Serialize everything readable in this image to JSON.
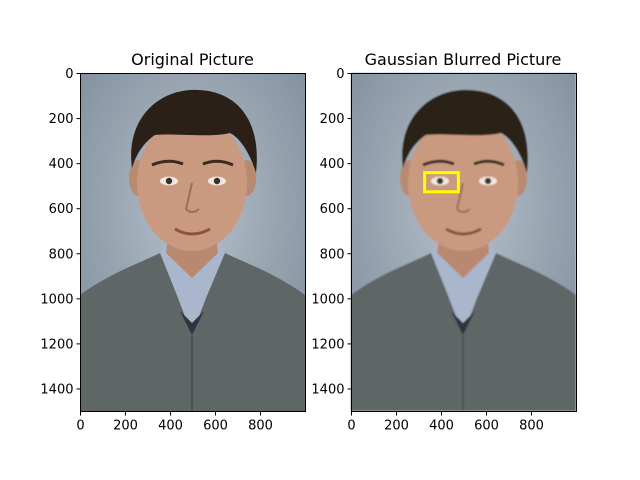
{
  "figure": {
    "panels": [
      {
        "title": "Original Picture",
        "image": "portrait-photo",
        "x_ticks": [
          "0",
          "200",
          "400",
          "600",
          "800"
        ],
        "y_ticks": [
          "0",
          "200",
          "400",
          "600",
          "800",
          "1000",
          "1200",
          "1400"
        ],
        "x_range": [
          0,
          1000
        ],
        "y_range": [
          0,
          1500
        ],
        "highlight": null
      },
      {
        "title": "Gaussian Blurred Picture",
        "image": "portrait-photo-blurred",
        "x_ticks": [
          "0",
          "200",
          "400",
          "600",
          "800"
        ],
        "y_ticks": [
          "0",
          "200",
          "400",
          "600",
          "800",
          "1000",
          "1200",
          "1400"
        ],
        "x_range": [
          0,
          1000
        ],
        "y_range": [
          0,
          1500
        ],
        "highlight": {
          "x0": 325,
          "x1": 475,
          "y0": 440,
          "y1": 525,
          "color": "#ffff00"
        }
      }
    ],
    "colors": {
      "background": "#8d9ba9",
      "sweater": "#5f6666",
      "skin": "#c99a7f",
      "hair": "#2b2018",
      "shirt": "#a9b6cc"
    }
  }
}
